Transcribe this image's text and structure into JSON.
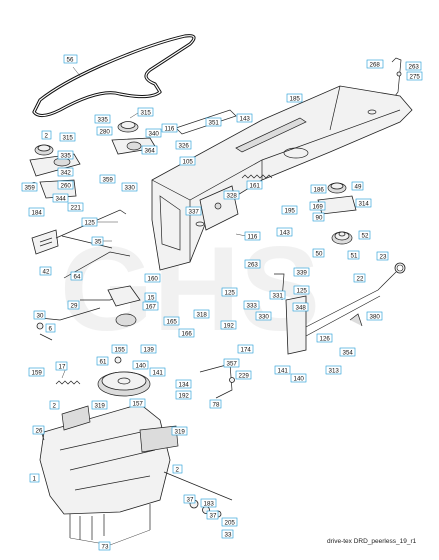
{
  "caption": "drive-tex DRD_peerless_19_r1",
  "watermark": "GHS",
  "colors": {
    "label_border": "#1c9ad6",
    "line": "#222222"
  },
  "labels": [
    "56",
    "268",
    "263",
    "275",
    "315",
    "335",
    "280",
    "340",
    "364",
    "185",
    "116",
    "351",
    "143",
    "2",
    "315",
    "335",
    "342",
    "260",
    "344",
    "221",
    "359",
    "125",
    "184",
    "35",
    "42",
    "15",
    "167",
    "64",
    "30",
    "6",
    "29",
    "159",
    "17",
    "61",
    "155",
    "140",
    "141",
    "134",
    "192",
    "157",
    "319",
    "319",
    "26",
    "2",
    "1",
    "73",
    "2",
    "37",
    "183",
    "37",
    "205",
    "33",
    "359",
    "330",
    "105",
    "326",
    "161",
    "337",
    "328",
    "195",
    "143",
    "116",
    "263",
    "160",
    "125",
    "186",
    "49",
    "169",
    "314",
    "90",
    "52",
    "50",
    "51",
    "23",
    "22",
    "339",
    "125",
    "331",
    "348",
    "380",
    "333",
    "330",
    "165",
    "166",
    "318",
    "192",
    "126",
    "354",
    "141",
    "140",
    "313",
    "229",
    "78",
    "357",
    "174",
    "139"
  ]
}
